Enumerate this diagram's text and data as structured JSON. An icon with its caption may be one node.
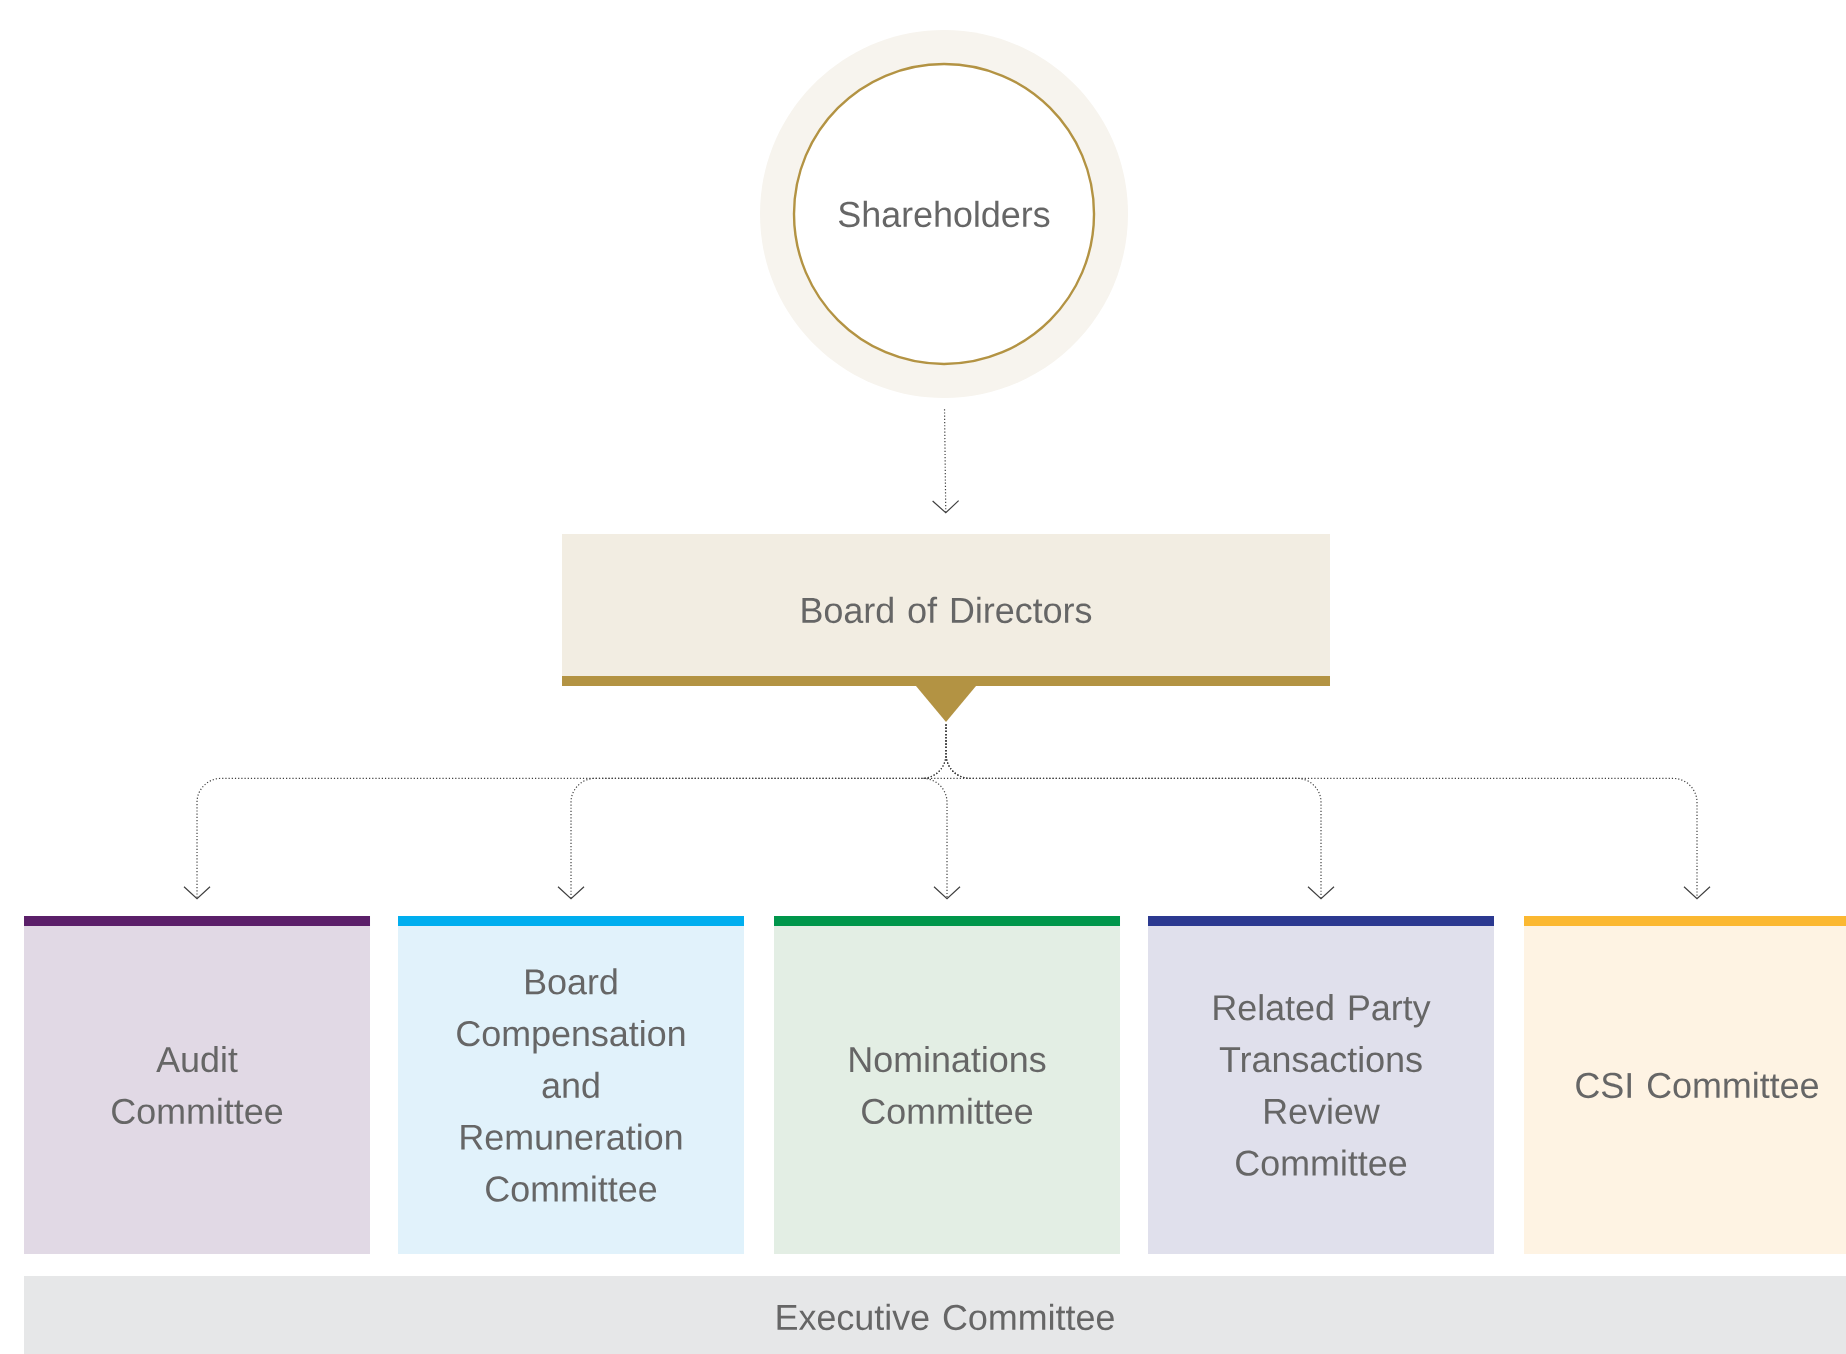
{
  "diagram": {
    "nodes": [
      {
        "text": [
          "Shareholders"
        ]
      },
      {
        "text": [
          "Board of Directors"
        ]
      },
      {
        "text": [
          "Audit Committee"
        ]
      },
      {
        "text": [
          "Board Compensation and Remuneration Committee"
        ]
      },
      {
        "text": [
          "Nominations Committee"
        ]
      },
      {
        "text": [
          "Related Party Transactions Review Committee"
        ]
      },
      {
        "text": [
          "CSI Committee"
        ]
      },
      {
        "text": [
          "Executive Committee"
        ]
      }
    ],
    "edges": [
      {
        "from": 0,
        "to": 1,
        "arrow": "to",
        "style": "dashed"
      },
      {
        "from": 1,
        "to": 2,
        "arrow": "to",
        "style": "dashed"
      },
      {
        "from": 1,
        "to": 3,
        "arrow": "to",
        "style": "dashed"
      },
      {
        "from": 1,
        "to": 4,
        "arrow": "to",
        "style": "dashed"
      },
      {
        "from": 1,
        "to": 5,
        "arrow": "to",
        "style": "dashed"
      },
      {
        "from": 1,
        "to": 6,
        "arrow": "to",
        "style": "dashed"
      }
    ]
  }
}
